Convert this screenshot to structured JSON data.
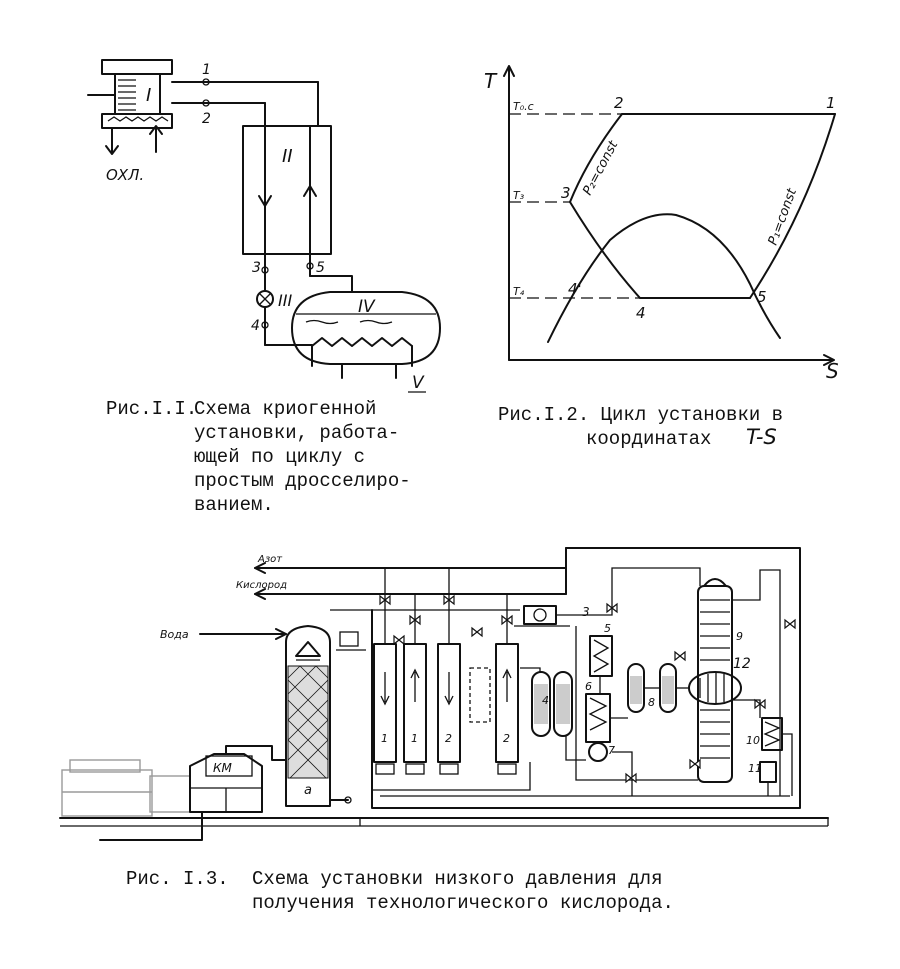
{
  "fig1": {
    "roman": [
      "I",
      "II",
      "III",
      "IV",
      "V"
    ],
    "points": [
      "1",
      "2",
      "3",
      "4",
      "5"
    ],
    "coolant": "ОХЛ.",
    "caption_lead": "Рис.I.I.",
    "caption_lines": [
      "Схема криогенной",
      "установки, работа-",
      "ющей по циклу с",
      "простым дросселиро-",
      "ванием."
    ]
  },
  "fig2": {
    "axis_t": "T",
    "axis_s": "S",
    "levels": [
      "Т₀.с",
      "Т₃",
      "Т₄"
    ],
    "points": [
      "1",
      "2",
      "3",
      "4",
      "4'",
      "5"
    ],
    "p1": "P₁=const",
    "p2": "P₂=const",
    "caption_line1": "Рис.I.2. Цикл установки в",
    "caption_line2": "координатах",
    "caption_ts": "T-S"
  },
  "fig3": {
    "stream_nitrogen": "Азот",
    "stream_oxygen": "Кислород",
    "stream_water": "Вода",
    "compressor": "КМ",
    "tank": "а",
    "numbers": [
      "1",
      "1",
      "2",
      "2",
      "3",
      "4",
      "5",
      "6",
      "7",
      "8",
      "9",
      "10",
      "11",
      "12"
    ],
    "caption_lead": "Рис. I.3.",
    "caption_line1": "Схема установки низкого давления для",
    "caption_line2": "получения технологического кислорода."
  }
}
